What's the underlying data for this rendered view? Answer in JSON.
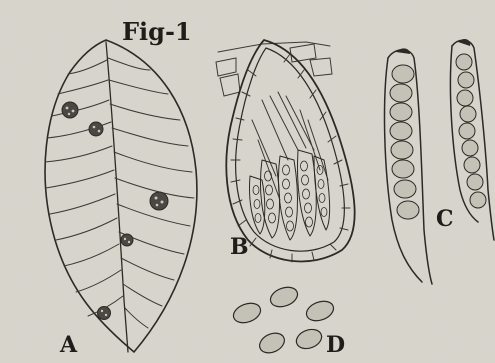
{
  "figure": {
    "title": "Fig-1",
    "labels": {
      "a": "A",
      "b": "B",
      "c": "C",
      "d": "D"
    }
  },
  "colors": {
    "paper": "#d8d6cd",
    "ink": "#2b2a26",
    "shade": "#b9b6ab"
  }
}
